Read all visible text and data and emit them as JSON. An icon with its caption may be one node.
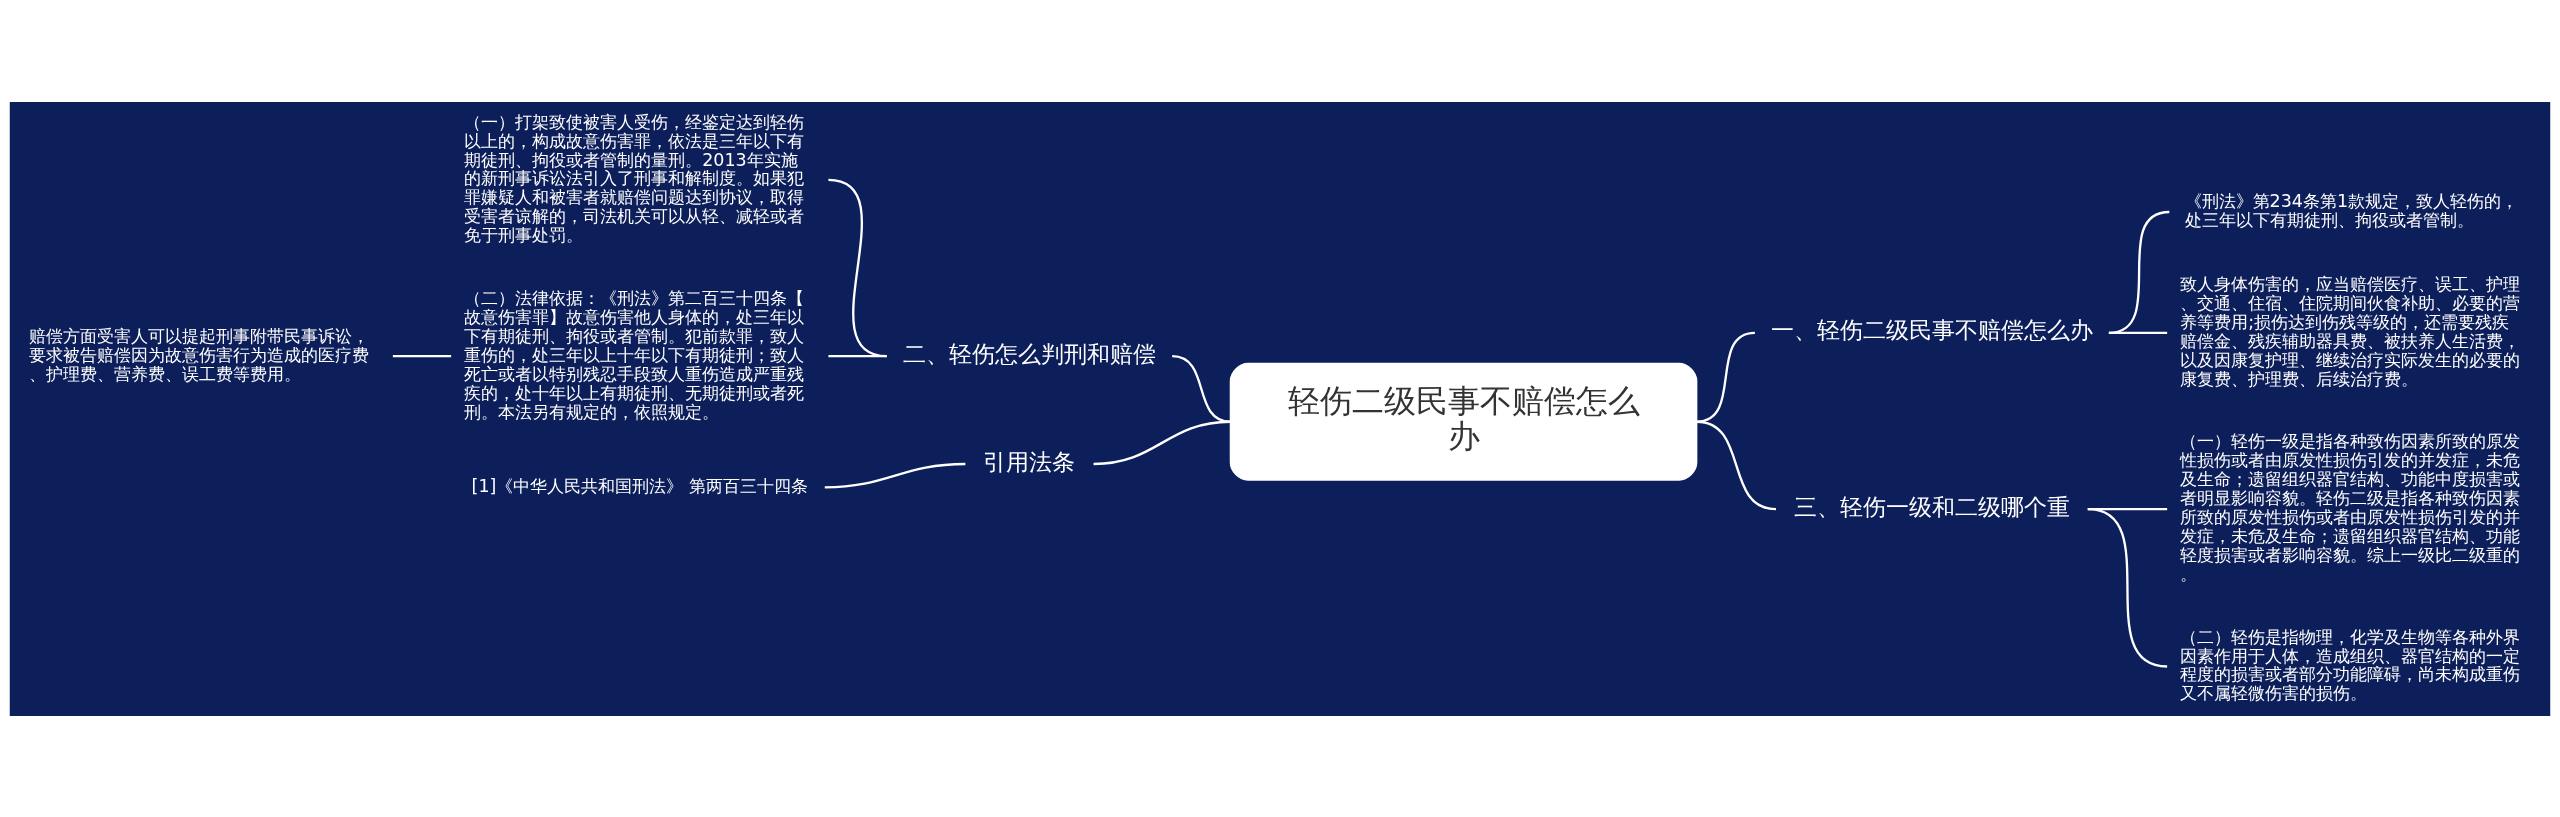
{
  "diagram": {
    "nodes": [
      {
        "text": [
          "轻伤二级民事不赔偿怎么办"
        ]
      },
      {
        "text": [
          "一、轻伤二级民事不赔偿怎么办"
        ]
      },
      {
        "text": [
          "《刑法》第234条第1款规定，致人轻伤的，处三年以下有期徒刑、拘役或者管制。"
        ]
      },
      {
        "text": [
          "致人身体伤害的，应当赔偿医疗、误工、护理、交通、住宿、住院期间伙食补助、必要的营养等费用;损伤达到伤残等级的，还需要残疾赔偿金、残疾辅助器具费、被扶养人生活费，以及因康复护理、继续治疗实际发生的必要的康复费、护理费、后续治疗费。"
        ]
      },
      {
        "text": [
          "三、轻伤一级和二级哪个重"
        ]
      },
      {
        "text": [
          "（一）轻伤一级是指各种致伤因素所致的原发性损伤或者由原发性损伤引发的并发症，未危及生命；遗留组织器官结构、功能中度损害或者明显影响容貌。轻伤二级是指各种致伤因素所致的原发性损伤或者由原发性损伤引发的并发症，未危及生命；遗留组织器官结构、功能轻度损害或者影响容貌。综上一级比二级重的。"
        ]
      },
      {
        "text": [
          "（二）轻伤是指物理，化学及生物等各种外界因素作用于人体，造成组织、器官结构的一定程度的损害或者部分功能障碍，尚未构成重伤又不属轻微伤害的损伤。"
        ]
      },
      {
        "text": [
          "二、轻伤怎么判刑和赔偿"
        ]
      },
      {
        "text": [
          "（一）打架致使被害人受伤，经鉴定达到轻伤以上的，构成故意伤害罪，依法是三年以下有期徒刑、拘役或者管制的量刑。2013年实施的新刑事诉讼法引入了刑事和解制度。如果犯罪嫌疑人和被害者就赔偿问题达到协议，取得受害者谅解的，司法机关可以从轻、减轻或者免于刑事处罚。"
        ]
      },
      {
        "text": [
          "（二）法律依据：《刑法》第二百三十四条【故意伤害罪】故意伤害他人身体的，处三年以下有期徒刑、拘役或者管制。犯前款罪，致人重伤的，处三年以上十年以下有期徒刑；致人死亡或者以特别残忍手段致人重伤造成严重残疾的，处十年以上有期徒刑、无期徒刑或者死刑。本法另有规定的，依照规定。"
        ]
      },
      {
        "text": [
          "赔偿方面受害人可以提起刑事附带民事诉讼，要求被告赔偿因为故意伤害行为造成的医疗费、护理费、营养费、误工费等费用。"
        ]
      },
      {
        "text": [
          "引用法条"
        ]
      },
      {
        "text": [
          "[1]《中华人民共和国刑法》 第两百三十四条"
        ]
      }
    ],
    "edges": [
      {
        "from": 0,
        "to": 1,
        "arrow": "none"
      },
      {
        "from": 1,
        "to": 2,
        "arrow": "none"
      },
      {
        "from": 1,
        "to": 3,
        "arrow": "none"
      },
      {
        "from": 0,
        "to": 4,
        "arrow": "none"
      },
      {
        "from": 4,
        "to": 5,
        "arrow": "none"
      },
      {
        "from": 4,
        "to": 6,
        "arrow": "none"
      },
      {
        "from": 7,
        "to": 0,
        "arrow": "none"
      },
      {
        "from": 8,
        "to": 7,
        "arrow": "none"
      },
      {
        "from": 9,
        "to": 7,
        "arrow": "none"
      },
      {
        "from": 10,
        "to": 9,
        "arrow": "none"
      },
      {
        "from": 11,
        "to": 0,
        "arrow": "none"
      },
      {
        "from": 12,
        "to": 11,
        "arrow": "none"
      }
    ]
  }
}
